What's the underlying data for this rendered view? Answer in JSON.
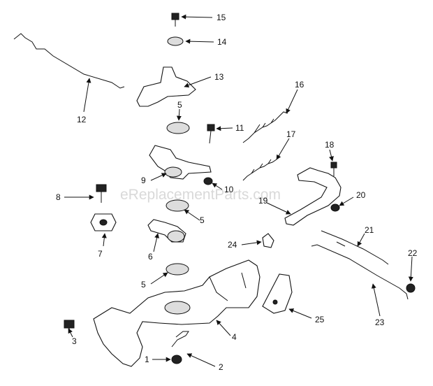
{
  "watermark": "eReplacementParts.com",
  "callouts": {
    "c1": "1",
    "c2": "2",
    "c3": "3",
    "c4": "4",
    "c5a": "5",
    "c5b": "5",
    "c5c": "5",
    "c6": "6",
    "c7": "7",
    "c8": "8",
    "c9": "9",
    "c10": "10",
    "c11": "11",
    "c12": "12",
    "c13": "13",
    "c14": "14",
    "c15": "15",
    "c16": "16",
    "c17": "17",
    "c18": "18",
    "c19": "19",
    "c20": "20",
    "c21": "21",
    "c22": "22",
    "c23": "23",
    "c24": "24",
    "c25": "25"
  }
}
